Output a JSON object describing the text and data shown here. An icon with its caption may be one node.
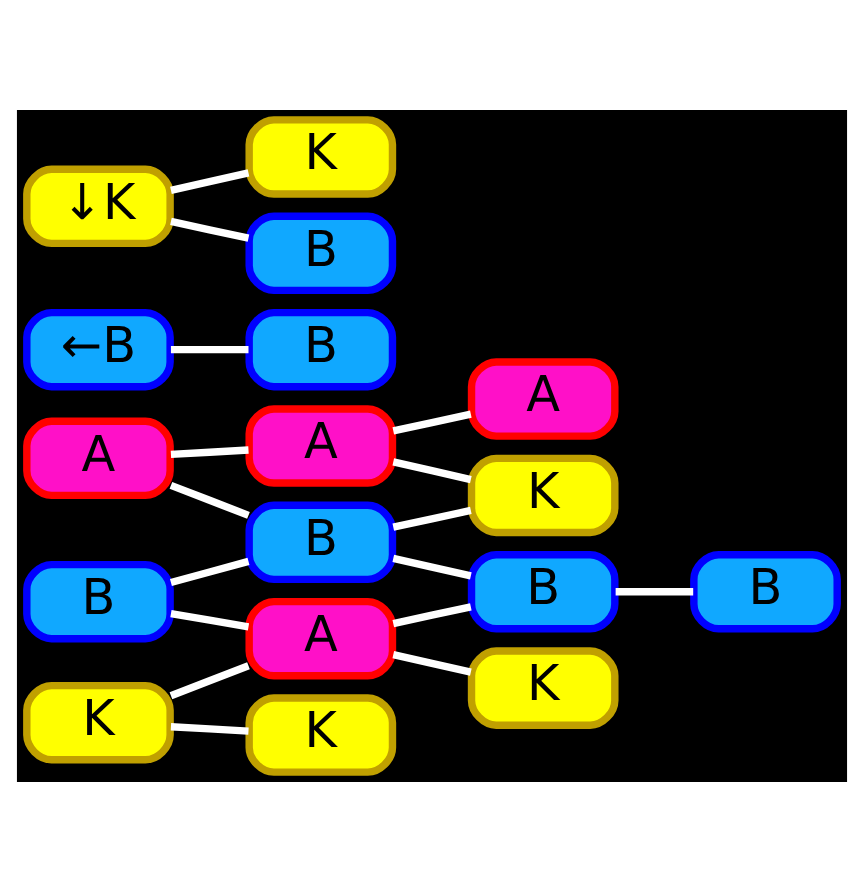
{
  "diagram": {
    "nodes": [
      {
        "text": [
          "A"
        ]
      },
      {
        "text": [
          "B"
        ]
      },
      {
        "text": [
          "K"
        ]
      },
      {
        "text": [
          "A"
        ]
      },
      {
        "text": [
          "B"
        ]
      },
      {
        "text": [
          "A"
        ]
      },
      {
        "text": [
          "K"
        ]
      },
      {
        "text": [
          "A"
        ]
      },
      {
        "text": [
          "K"
        ]
      },
      {
        "text": [
          "B"
        ]
      },
      {
        "text": [
          "K"
        ]
      },
      {
        "text": [
          "B"
        ]
      },
      {
        "text": [
          "←B"
        ]
      },
      {
        "text": [
          "B"
        ]
      },
      {
        "text": [
          "↓K"
        ]
      },
      {
        "text": [
          "K"
        ]
      },
      {
        "text": [
          "B"
        ]
      }
    ],
    "edges": [
      {
        "from": 0,
        "to": 3,
        "arrow": "none"
      },
      {
        "from": 0,
        "to": 4,
        "arrow": "none"
      },
      {
        "from": 1,
        "to": 4,
        "arrow": "none"
      },
      {
        "from": 1,
        "to": 5,
        "arrow": "none"
      },
      {
        "from": 2,
        "to": 5,
        "arrow": "none"
      },
      {
        "from": 2,
        "to": 6,
        "arrow": "none"
      },
      {
        "from": 3,
        "to": 7,
        "arrow": "none"
      },
      {
        "from": 3,
        "to": 8,
        "arrow": "none"
      },
      {
        "from": 4,
        "to": 8,
        "arrow": "none"
      },
      {
        "from": 4,
        "to": 9,
        "arrow": "none"
      },
      {
        "from": 5,
        "to": 9,
        "arrow": "none"
      },
      {
        "from": 5,
        "to": 10,
        "arrow": "none"
      },
      {
        "from": 9,
        "to": 11,
        "arrow": "none"
      },
      {
        "from": 12,
        "to": 13,
        "arrow": "none"
      },
      {
        "from": 14,
        "to": 15,
        "arrow": "none"
      },
      {
        "from": 14,
        "to": 16,
        "arrow": "none"
      }
    ]
  }
}
